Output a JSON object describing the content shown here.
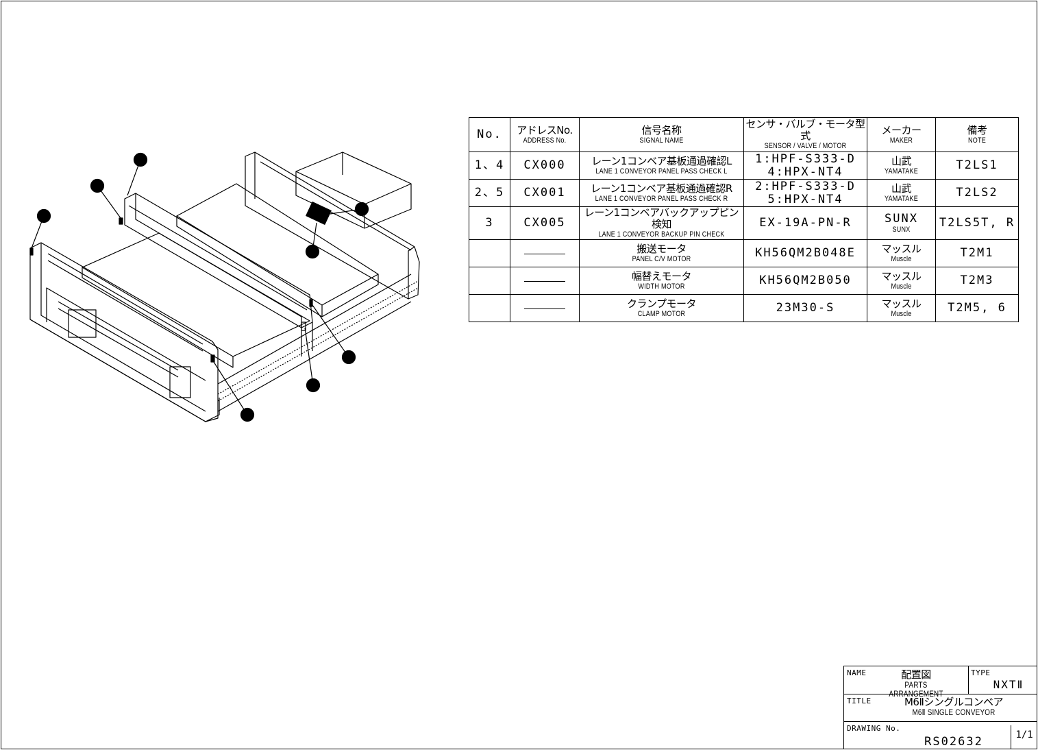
{
  "table": {
    "headers": [
      {
        "jp": "No.",
        "en": ""
      },
      {
        "jp": "アドレスNo.",
        "en": "ADDRESS No."
      },
      {
        "jp": "信号名称",
        "en": "SIGNAL NAME"
      },
      {
        "jp": "センサ・バルブ・モータ型式",
        "en": "SENSOR / VALVE / MOTOR"
      },
      {
        "jp": "メーカー",
        "en": "MAKER"
      },
      {
        "jp": "備考",
        "en": "NOTE"
      }
    ],
    "rows": [
      {
        "no": "1、4",
        "address": "CX000",
        "signal_jp": "レーン1コンベア基板通過確認L",
        "signal_en": "LANE 1 CONVEYOR PANEL PASS CHECK L",
        "sensor_1": "1:HPF-S333-D",
        "sensor_2": "4:HPX-NT4",
        "maker_jp": "山武",
        "maker_en": "YAMATAKE",
        "note": "T2LS1"
      },
      {
        "no": "2、5",
        "address": "CX001",
        "signal_jp": "レーン1コンベア基板通過確認R",
        "signal_en": "LANE 1 CONVEYOR PANEL PASS CHECK R",
        "sensor_1": "2:HPF-S333-D",
        "sensor_2": "5:HPX-NT4",
        "maker_jp": "山武",
        "maker_en": "YAMATAKE",
        "note": "T2LS2"
      },
      {
        "no": "3",
        "address": "CX005",
        "signal_jp": "レーン1コンベアバックアップピン検知",
        "signal_en": "LANE 1 CONVEYOR BACKUP PIN CHECK",
        "sensor_1": "EX-19A-PN-R",
        "sensor_2": "",
        "maker_jp": "SUNX",
        "maker_en": "SUNX",
        "note": "T2LS5T, R"
      },
      {
        "no": "",
        "address": "",
        "signal_jp": "搬送モータ",
        "signal_en": "PANEL C/V MOTOR",
        "sensor_1": "KH56QM2B048E",
        "sensor_2": "",
        "maker_jp": "マッスル",
        "maker_en": "Muscle",
        "note": "T2M1"
      },
      {
        "no": "",
        "address": "",
        "signal_jp": "幅替えモータ",
        "signal_en": "WIDTH MOTOR",
        "sensor_1": "KH56QM2B050",
        "sensor_2": "",
        "maker_jp": "マッスル",
        "maker_en": "Muscle",
        "note": "T2M3"
      },
      {
        "no": "",
        "address": "",
        "signal_jp": "クランプモータ",
        "signal_en": "CLAMP MOTOR",
        "sensor_1": "23M30-S",
        "sensor_2": "",
        "maker_jp": "マッスル",
        "maker_en": "Muscle",
        "note": "T2M5, 6"
      }
    ]
  },
  "title_block": {
    "name_label": "NAME",
    "name_jp": "配置図",
    "name_en": "PARTS ARRANGEMENT",
    "type_label": "TYPE",
    "type_value": "NXTⅡ",
    "title_label": "TITLE",
    "title_jp": "M6Ⅱシングルコンベア",
    "title_en": "M6Ⅱ SINGLE CONVEYOR",
    "drawing_label": "DRAWING No.",
    "drawing_no": "RS02632",
    "sheet": "1/1"
  }
}
